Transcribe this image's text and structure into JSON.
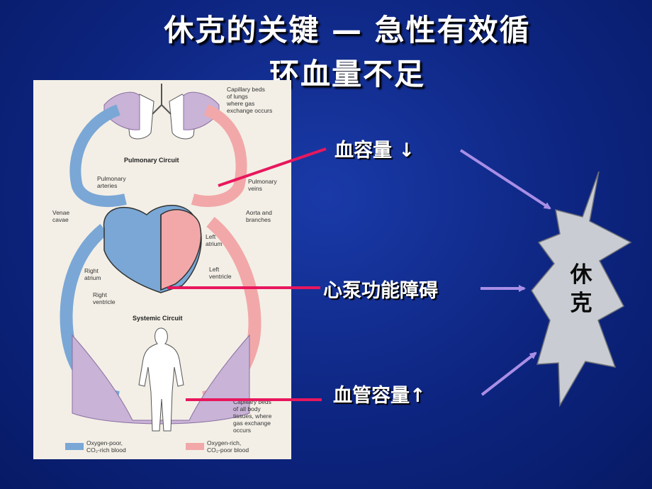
{
  "slide": {
    "title_line1": "休克的关键 — 急性有效循",
    "title_line2": "环血量不足"
  },
  "factors": {
    "blood_volume": "血容量 ↓",
    "pump_failure": "心泵功能障碍",
    "vascular_capacity": "血管容量↑"
  },
  "outcome": {
    "line1": "休",
    "line2": "克"
  },
  "diagram": {
    "capillary_lungs": [
      "Capillary beds",
      "of lungs",
      "where gas",
      "exchange occurs"
    ],
    "pulmonary_circuit": "Pulmonary Circuit",
    "pulmonary_arteries": [
      "Pulmonary",
      "arteries"
    ],
    "pulmonary_veins": [
      "Pulmonary",
      "veins"
    ],
    "venae_cavae": [
      "Venae",
      "cavae"
    ],
    "aorta_branches": [
      "Aorta and",
      "branches"
    ],
    "left_atrium": [
      "Left",
      "atrium"
    ],
    "right_atrium": [
      "Right",
      "atrium"
    ],
    "left_ventricle": [
      "Left",
      "ventricle"
    ],
    "right_ventricle": [
      "Right",
      "ventricle"
    ],
    "systemic_circuit": "Systemic Circuit",
    "capillary_body": [
      "Capillary beds",
      "of all body",
      "tissues, where",
      "gas exchange",
      "occurs"
    ],
    "legend_poor": [
      "Oxygen-poor,",
      "CO₂-rich blood"
    ],
    "legend_rich": [
      "Oxygen-rich,",
      "CO₂-poor blood"
    ]
  },
  "colors": {
    "background": "#0d2580",
    "pointer_line": "#e8175d",
    "arrow": "#a98ee6",
    "burst_fill": "#c9ccd3",
    "oxygen_poor": "#7aa7d6",
    "oxygen_rich": "#f2a8a8"
  }
}
